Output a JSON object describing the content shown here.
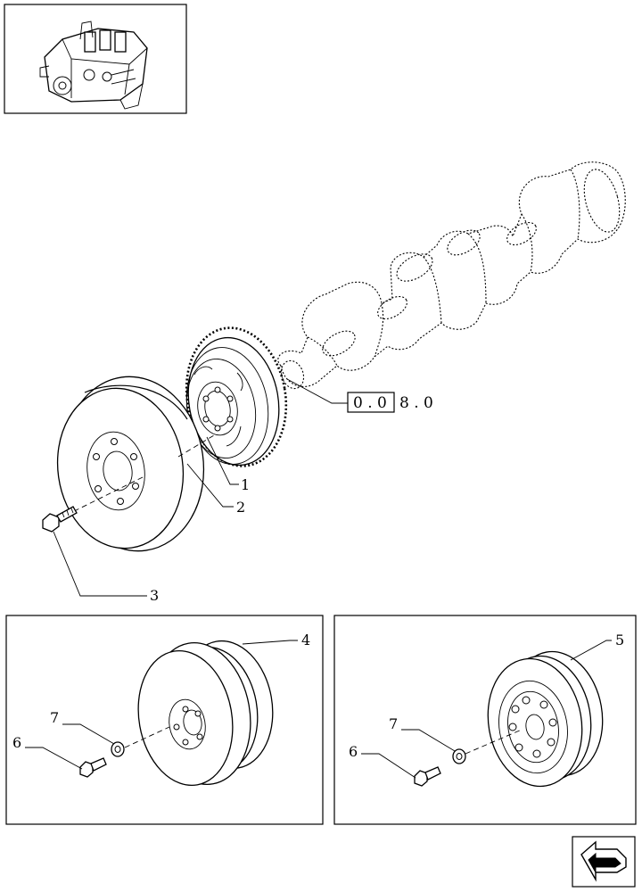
{
  "callouts": {
    "c1": "1",
    "c2": "2",
    "c3": "3",
    "c4": "4",
    "c5": "5",
    "c6a": "6",
    "c7a": "7",
    "c6b": "6",
    "c7b": "7"
  },
  "reference": {
    "boxed": "0 . 0",
    "suffix": "8 . 0"
  },
  "icons": {
    "thumbnail": "engine-thumbnail-icon",
    "nav": "next-page-arrow-icon"
  }
}
